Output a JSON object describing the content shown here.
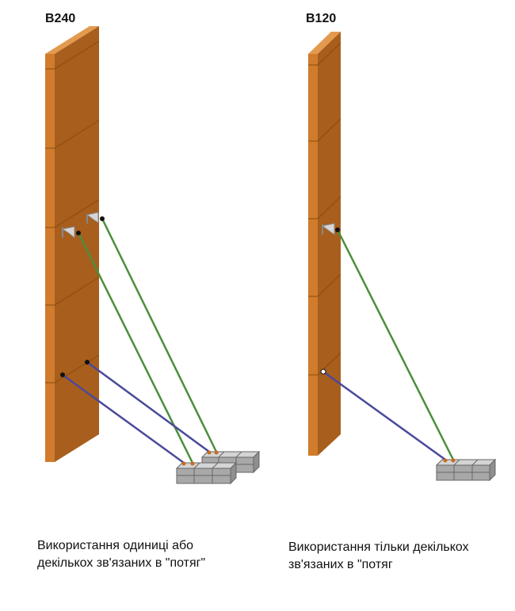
{
  "panels": [
    {
      "title": "B240",
      "caption_line1": "Використання одиниці або",
      "caption_line2": "декількох зв'язаних в \"потяг\""
    },
    {
      "title": "B120",
      "caption_line1": "Використання тільки декількох",
      "caption_line2": "зв'язаних в \"потяг"
    }
  ],
  "colors": {
    "wall_front": "#d07c2c",
    "wall_side": "#a85e1c",
    "wall_top": "#e39a4e",
    "joint_line": "#8a4a12",
    "brace_green": "#4a8f3a",
    "brace_blue": "#4a4a9a",
    "ballast_top": "#d4d4d4",
    "ballast_front": "#a8a8a8",
    "ballast_side": "#8f8f8f"
  },
  "icons": [
    "bracket-icon",
    "anchor-point-icon",
    "ballast-block-icon"
  ]
}
